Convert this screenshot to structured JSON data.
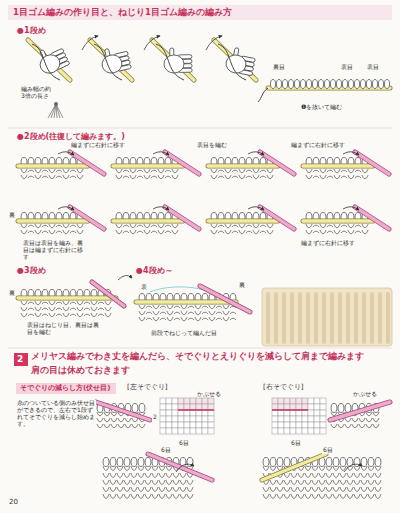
{
  "diagram": {
    "nodes": [
      {
        "text": [
          "1目ゴム編みの作り目と、ねじり1目ゴム編みの編み方"
        ]
      },
      {
        "text": [
          "2"
        ]
      },
      {
        "text": [
          "そでぐりの減らし方(伏せ目)"
        ]
      }
    ],
    "labels": [
      "●1段め",
      "編み幅の約3倍の長さ",
      "裏目",
      "表目",
      "表目",
      "❶を抜いて編む",
      "●2段め(往復して編みます。)",
      "編まずに右針に移す",
      "表目を編む",
      "編まずに右針に移す",
      "表目は表目を編み、裏目は編まずに右針に移す",
      "裏",
      "編まずに右針に移す",
      "●3段め",
      "表目はねじり目、裏目は裏目を編む",
      "裏",
      "●4段め～",
      "表",
      "裏",
      "前段でねじって編んだ目",
      "メリヤス編みでわき丈を編んだら、そでぐりとえりぐりを減らして肩まで編みます",
      "肩の目は休めておきます",
      "糸のついている側のみ伏せ目ができるので、左右で1段ずれてそでぐりを減らし始めます。",
      "[左そでぐり]",
      "かぶせる",
      "2",
      "6目",
      "6目",
      "[右そでぐり]",
      "かぶせる",
      "6目",
      "6目",
      "20"
    ]
  }
}
